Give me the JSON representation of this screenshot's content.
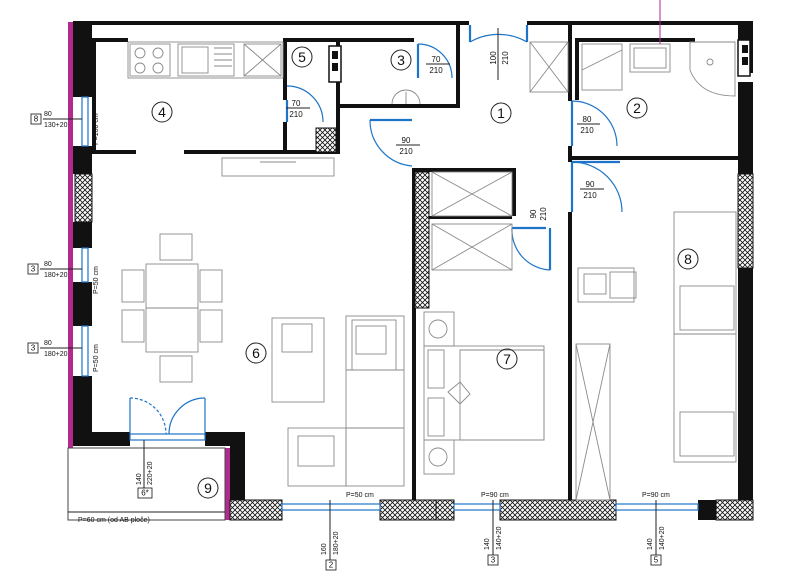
{
  "rooms": [
    {
      "id": "1",
      "label": "1"
    },
    {
      "id": "2",
      "label": "2"
    },
    {
      "id": "3",
      "label": "3"
    },
    {
      "id": "4",
      "label": "4"
    },
    {
      "id": "5",
      "label": "5"
    },
    {
      "id": "6",
      "label": "6"
    },
    {
      "id": "7",
      "label": "7"
    },
    {
      "id": "8",
      "label": "8"
    },
    {
      "id": "9",
      "label": "9"
    }
  ],
  "doors": {
    "d3": {
      "w": "70",
      "h": "210"
    },
    "d4": {
      "w": "70",
      "h": "210"
    },
    "d_entry": {
      "w": "100",
      "h": "210"
    },
    "d_hall": {
      "w": "90",
      "h": "210"
    },
    "d2": {
      "w": "80",
      "h": "210"
    },
    "d8": {
      "w": "90",
      "h": "210"
    },
    "d7": {
      "w": "90",
      "h": "210"
    }
  },
  "windows": {
    "w8_box": "8",
    "w8_dim": "80",
    "w8_sub": "130+20",
    "w8_sill": "P=100 cm",
    "w3a_box": "3",
    "w3a_dim": "80",
    "w3a_sub": "180+20",
    "w3a_sill": "P=50 cm",
    "w3b_box": "3",
    "w3b_dim": "80",
    "w3b_sub": "180+20",
    "w3b_sill": "P=50 cm",
    "w6_box": "6*",
    "w6_dim": "140",
    "w6_sub": "220+20",
    "south_living_sill": "P=50 cm",
    "south_living_dim": "160",
    "south_living_sub": "180+20",
    "south_living_box": "2",
    "south_bed7_sill": "P=90 cm",
    "south_bed7_dim": "140",
    "south_bed7_sub": "140+20",
    "south_bed7_box": "3",
    "south_bed8_sill": "P=90 cm",
    "south_bed8_dim": "140",
    "south_bed8_sub": "140+20",
    "south_bed8_box": "5"
  },
  "balcony_note": "P=60 cm (od AB ploče)"
}
